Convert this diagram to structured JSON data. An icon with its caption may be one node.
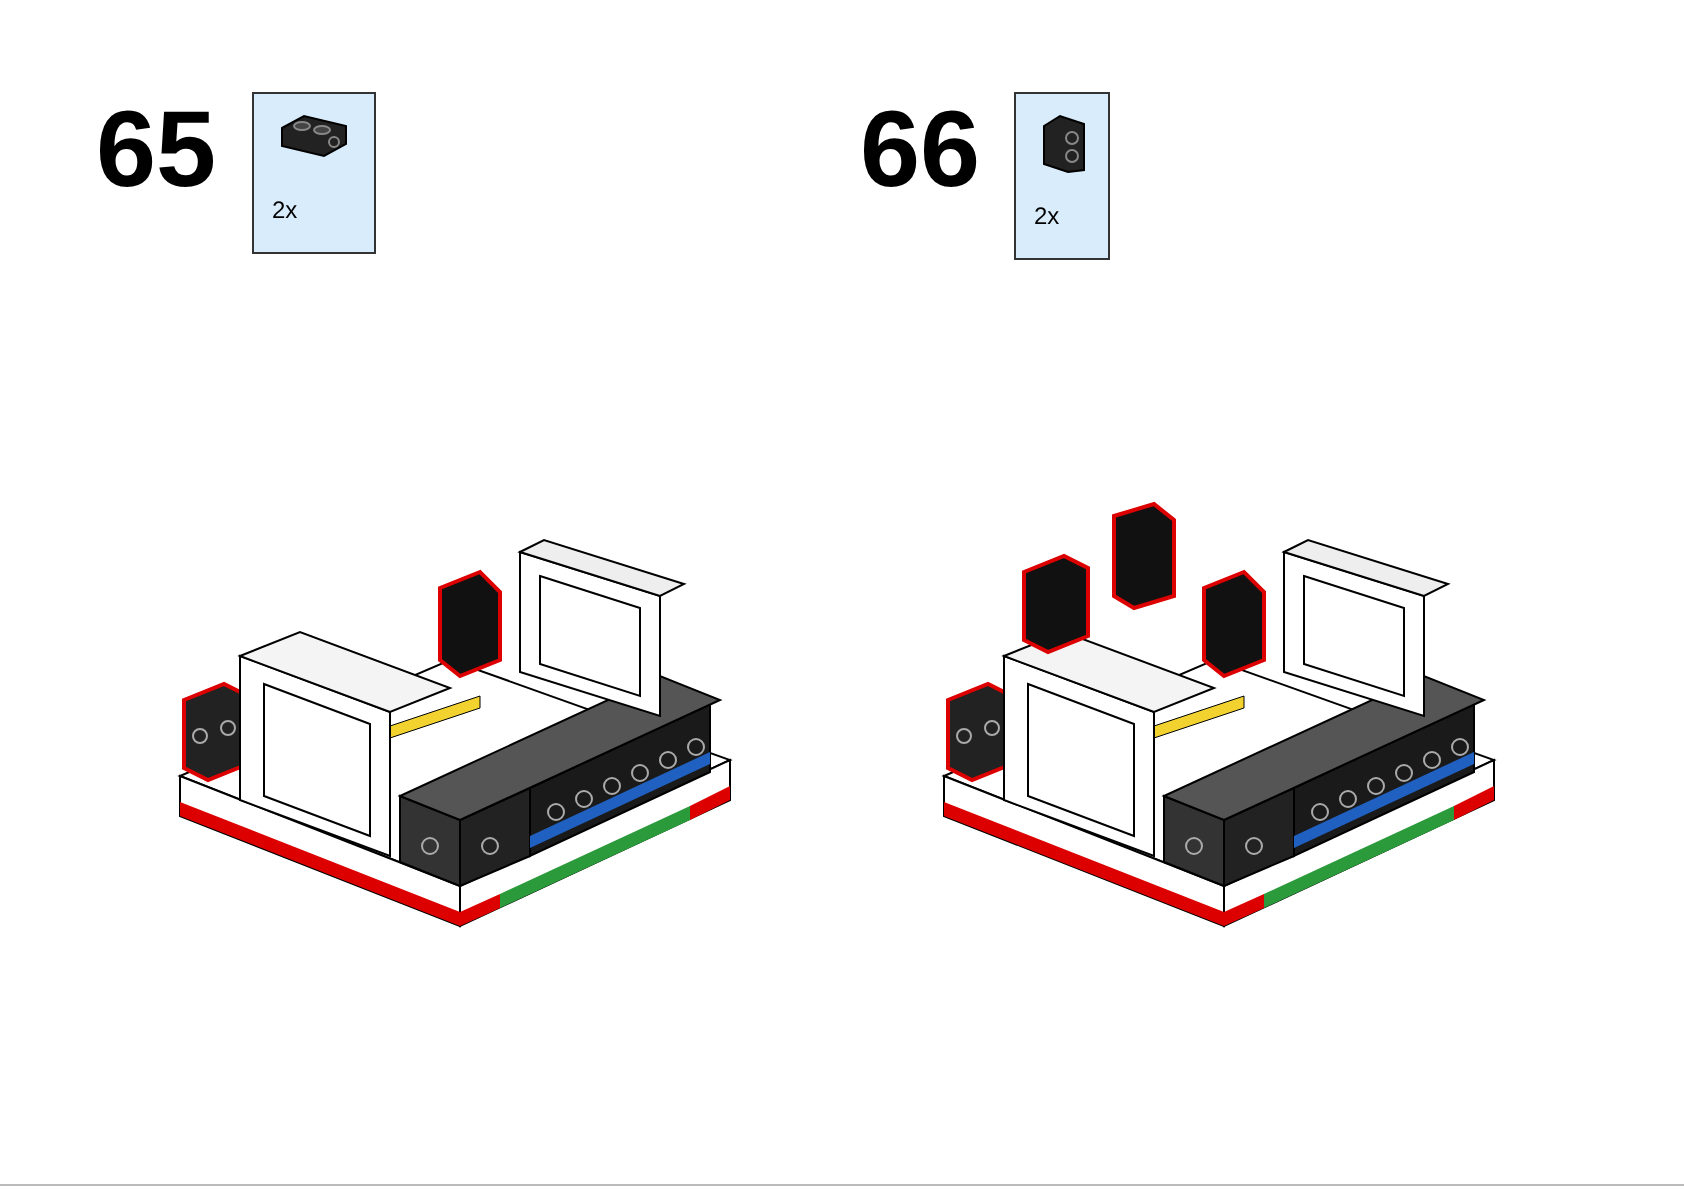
{
  "diagram": {
    "nodes": [
      {
        "text": [
          "2x"
        ]
      },
      {
        "text": [
          "2x"
        ]
      }
    ],
    "labels": [
      "65",
      "66"
    ]
  }
}
